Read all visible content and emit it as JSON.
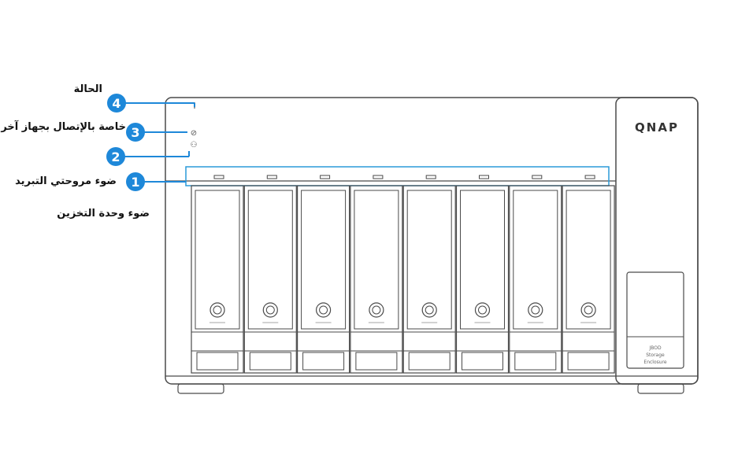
{
  "callouts": [
    {
      "number": "4",
      "label": "الحالة"
    },
    {
      "number": "3",
      "label": "خاصة بالإتصال بجهاز آخر"
    },
    {
      "number": "2",
      "label": ""
    },
    {
      "number": "1",
      "label": "ضوء مروحتي التبريد"
    }
  ],
  "extra_label": "ضوء وحدة التخزين",
  "device": {
    "brand": "QNAP",
    "panel_text": [
      "JBOD",
      "Storage",
      "Enclosure"
    ],
    "bay_count": 8
  },
  "colors": {
    "callout_blue": "#1e88d9",
    "outline": "#4a4a4a",
    "highlight": "#2a9ad8"
  }
}
